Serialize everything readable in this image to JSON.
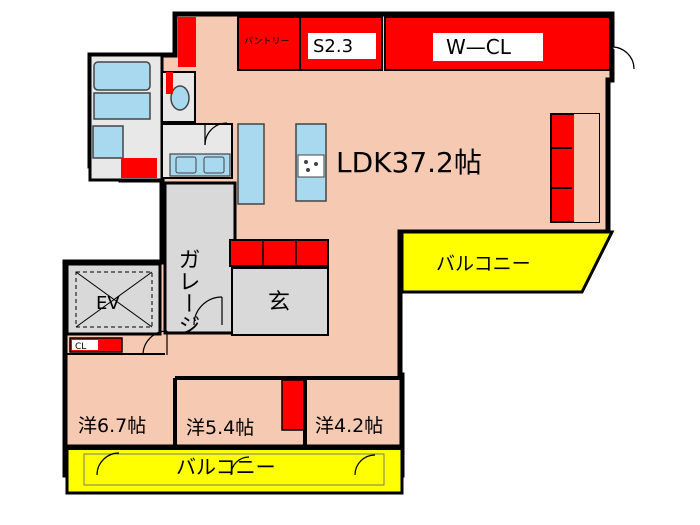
{
  "rooms": {
    "ldk": "LDK37.2帖",
    "s": "S2.3",
    "pantry": "パントリー",
    "wcl": "W—CL",
    "garage": "ガレージ",
    "entrance": "玄",
    "ev": "EV",
    "cl": "CL",
    "w1": "洋6.7帖",
    "w2": "洋5.4帖",
    "w3": "洋4.2帖",
    "balcony_right": "バルコニー",
    "balcony_bottom": "バルコニー"
  },
  "colors": {
    "room_fill": "#f5c9b2",
    "storage": "#ff0000",
    "balcony": "#ffff00",
    "wet": "#a9d9ee",
    "grey_area": "#d9d9d9",
    "wall": "#000000"
  }
}
